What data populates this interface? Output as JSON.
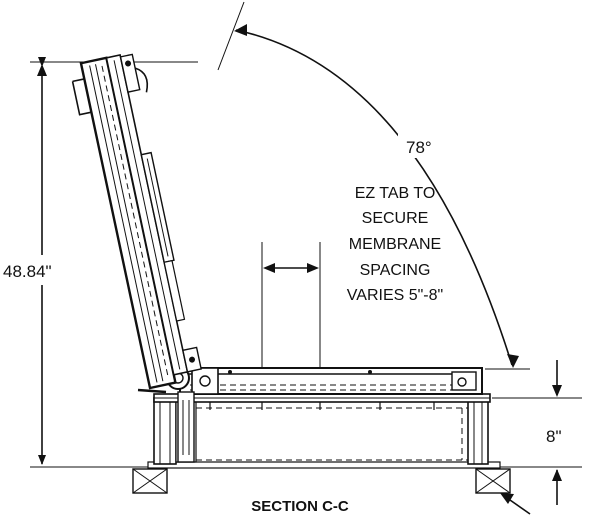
{
  "drawing": {
    "height_dim": "48.84\"",
    "angle_dim": "78°",
    "curb_dim": "8\"",
    "note_lines": [
      "EZ TAB TO",
      "SECURE",
      "MEMBRANE",
      "SPACING",
      "VARIES 5\"-8\""
    ],
    "caption": "SECTION C-C"
  }
}
